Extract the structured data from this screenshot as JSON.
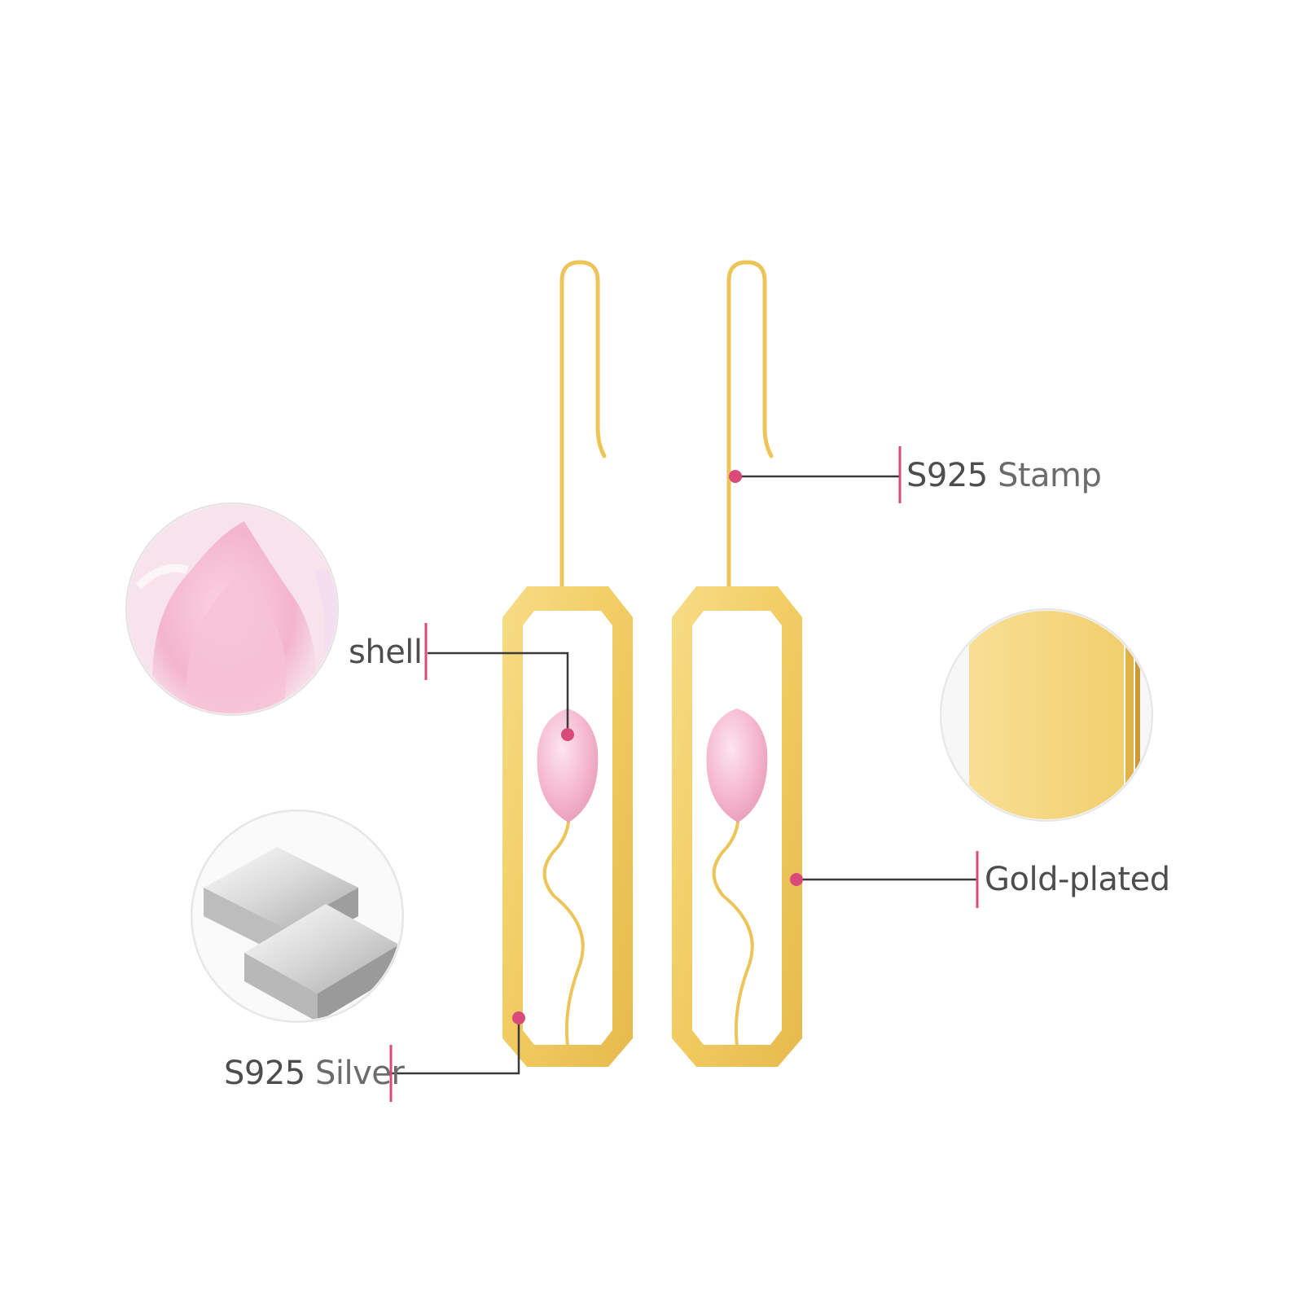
{
  "labels": {
    "stamp": {
      "code": "S925",
      "text": "Stamp"
    },
    "shell": {
      "text": "shell"
    },
    "gold_plated": {
      "text": "Gold-plated"
    },
    "silver": {
      "code": "S925",
      "text": "Silver"
    }
  },
  "colors": {
    "background": "#ffffff",
    "gold": "#f3cf6a",
    "gold_dark": "#e2b64a",
    "accent_pink": "#d9497a",
    "leader_line": "#3a3a3a",
    "shell_pink": "#f4b7cd",
    "silver": "#c9c9c9"
  },
  "detail_circles": [
    "shell-texture",
    "silver-bars",
    "gold-plated-texture"
  ]
}
